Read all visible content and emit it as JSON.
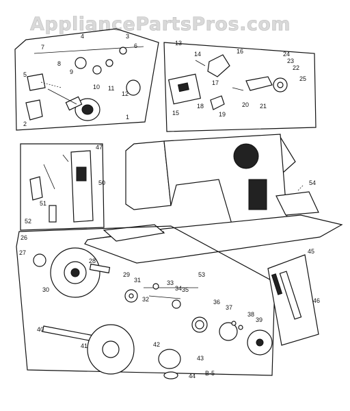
{
  "watermark": "AppliancePartsPros.com",
  "diagram_code": "B-5",
  "callouts": {
    "c1": "1",
    "c2": "2",
    "c3": "3",
    "c4": "4",
    "c5": "5",
    "c6": "6",
    "c7": "7",
    "c8": "8",
    "c9": "9",
    "c10": "10",
    "c11": "11",
    "c12": "12",
    "c13": "13",
    "c14": "14",
    "c15": "15",
    "c16": "16",
    "c17": "17",
    "c18": "18",
    "c19": "19",
    "c20": "20",
    "c21": "21",
    "c22": "22",
    "c23": "23",
    "c24": "24",
    "c25": "25",
    "c26": "26",
    "c27": "27",
    "c28": "28",
    "c29": "29",
    "c30": "30",
    "c31": "31",
    "c32": "32",
    "c33": "33",
    "c34": "34",
    "c35": "35",
    "c36": "36",
    "c37": "37",
    "c38": "38",
    "c39": "39",
    "c40": "40",
    "c41": "41",
    "c42": "42",
    "c43": "43",
    "c44": "44",
    "c45": "45",
    "c46": "46",
    "c47": "47",
    "c50": "50",
    "c51": "51",
    "c52": "52",
    "c53": "53",
    "c54": "54"
  }
}
